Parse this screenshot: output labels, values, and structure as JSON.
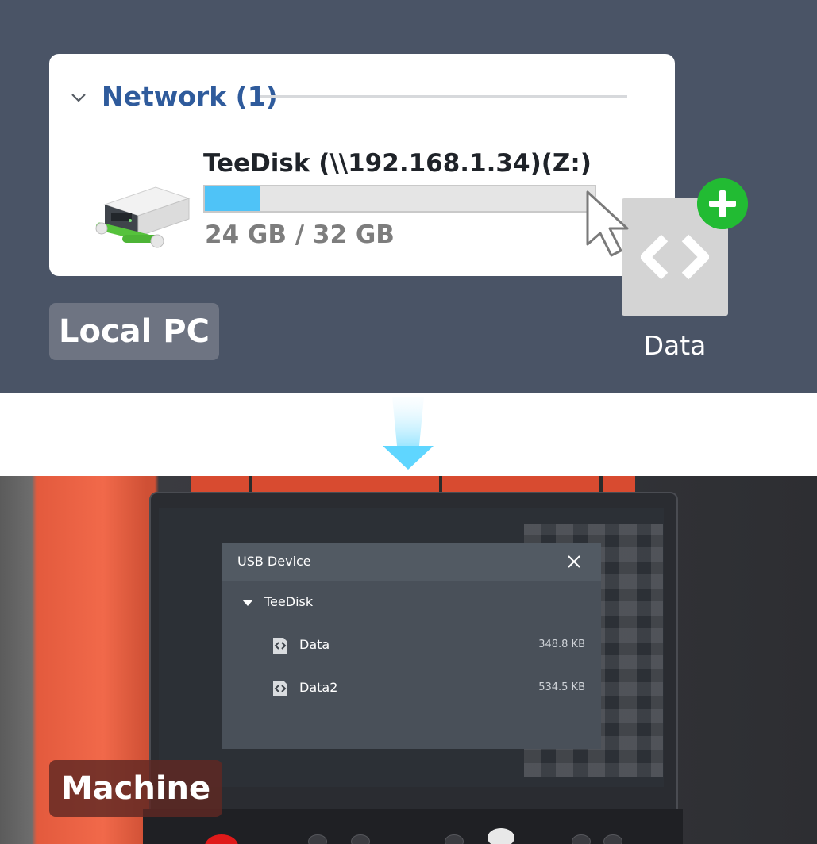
{
  "network_panel": {
    "section_title": "Network (1)",
    "drive_name": "TeeDisk (\\\\192.168.1.34)(Z:)",
    "capacity_text": "24 GB / 32 GB",
    "usage_fraction": 0.14,
    "icon": "network-drive-icon"
  },
  "local_label": "Local PC",
  "dragged_file": {
    "label": "Data",
    "icon": "code-file-icon",
    "badge_icon": "plus-icon"
  },
  "usb_dialog": {
    "title": "USB Device",
    "close_icon": "close-icon",
    "tree_root": "TeeDisk",
    "files": [
      {
        "name": "Data",
        "size": "348.8 KB"
      },
      {
        "name": "Data2",
        "size": "534.5 KB"
      }
    ]
  },
  "machine_label": "Machine",
  "colors": {
    "panel_bg": "#4a5466",
    "accent_blue": "#2f5b9c",
    "usage_fill": "#4fc3f7",
    "add_badge": "#22bb33",
    "dialog_bg": "#495059"
  }
}
